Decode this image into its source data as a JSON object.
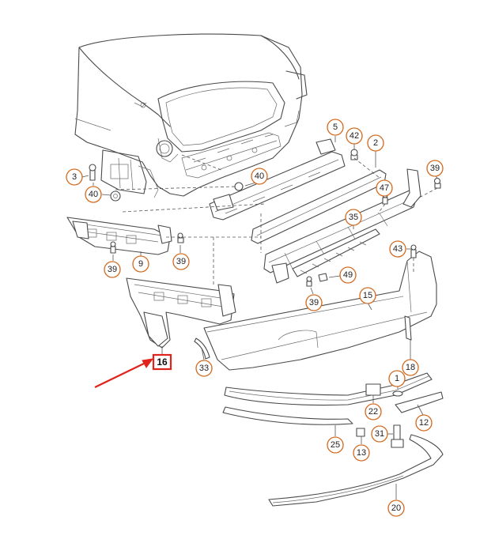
{
  "diagram": {
    "highlight_color": "#e0241b",
    "callout_color": "#d2691e",
    "highlighted_part": "16",
    "callouts": [
      "5",
      "42",
      "2",
      "3",
      "40",
      "40",
      "47",
      "39",
      "35",
      "39",
      "9",
      "39",
      "43",
      "49",
      "39",
      "15",
      "18",
      "16",
      "33",
      "22",
      "1",
      "12",
      "31",
      "25",
      "13",
      "20"
    ]
  }
}
